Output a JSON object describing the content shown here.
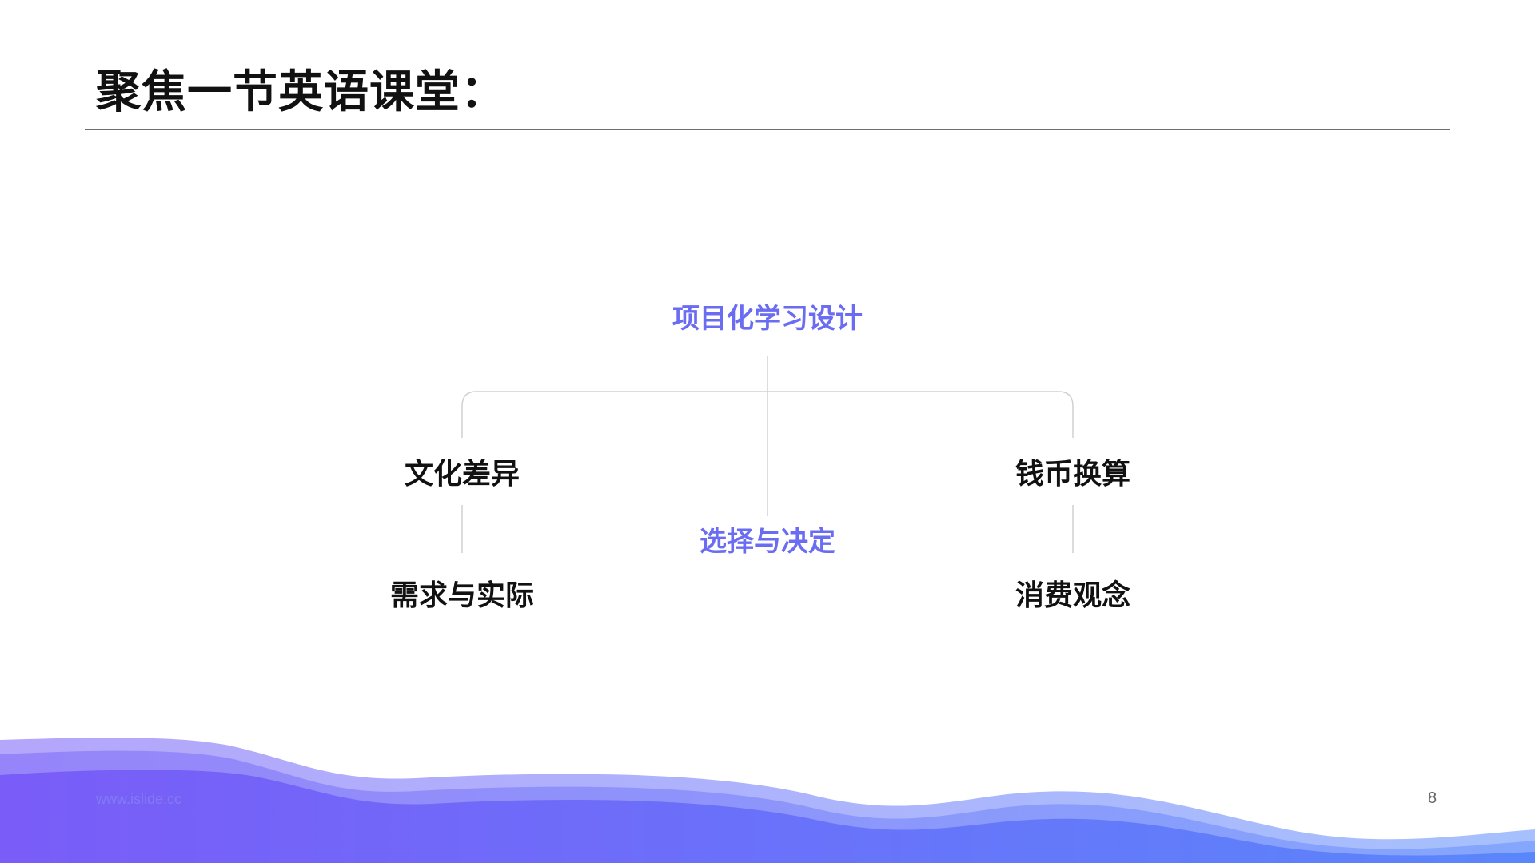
{
  "slide": {
    "title": "聚焦一节英语课堂：",
    "footer_url": "www.islide.cc",
    "page_number": "8"
  },
  "diagram": {
    "root": "项目化学习设计",
    "center": "选择与决定",
    "left": {
      "top": "文化差异",
      "bottom": "需求与实际"
    },
    "right": {
      "top": "钱币换算",
      "bottom": "消费观念"
    }
  },
  "colors": {
    "accent": "#6a6cf2",
    "text": "#111111",
    "wave_start": "#7a5cf8",
    "wave_end": "#5a86fb"
  }
}
